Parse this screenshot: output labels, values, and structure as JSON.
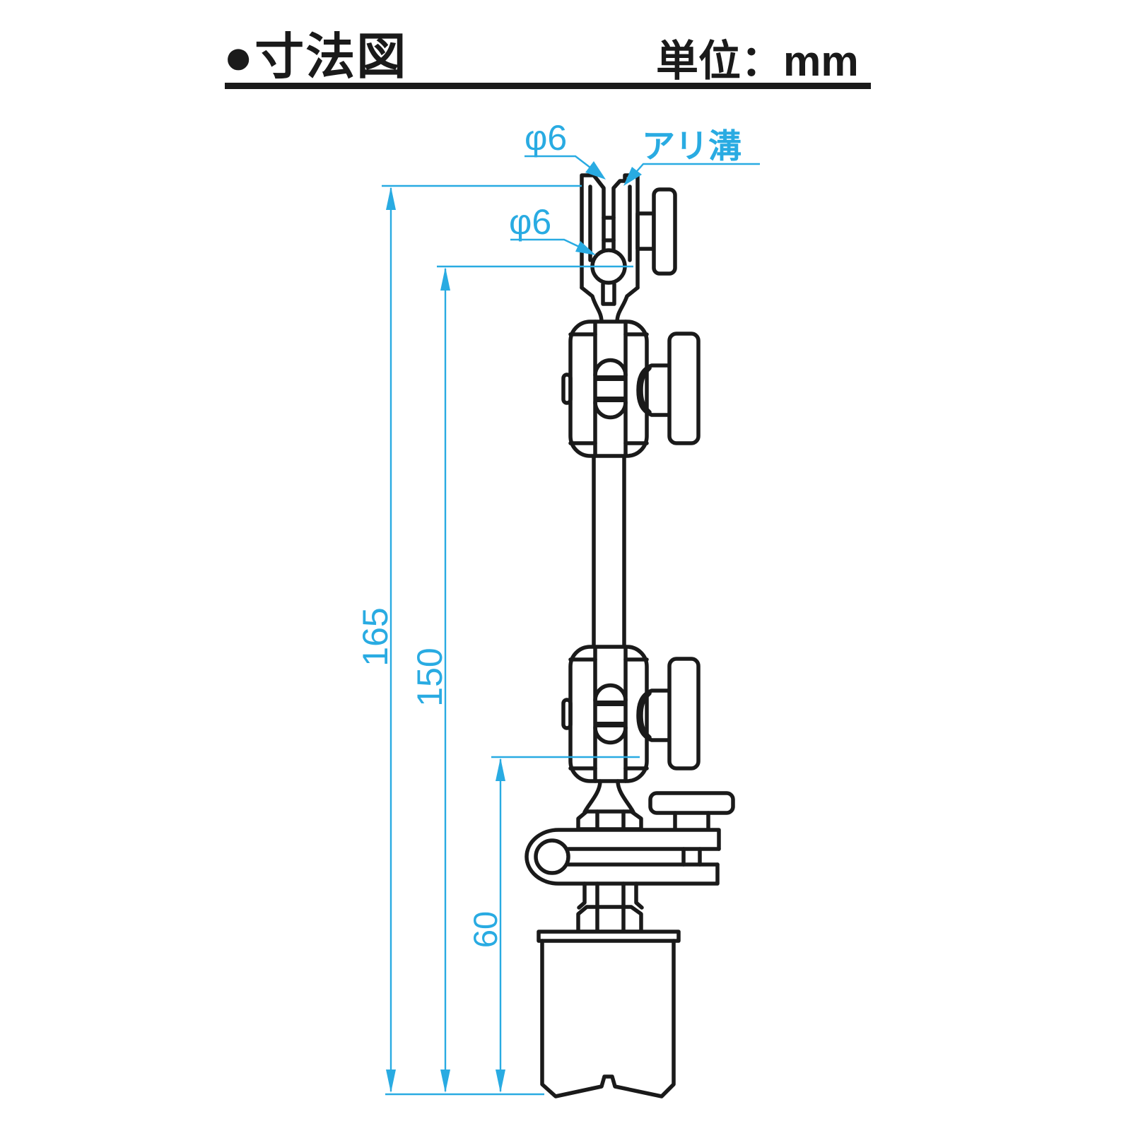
{
  "header": {
    "title": "●寸法図",
    "unit": "単位：mm"
  },
  "annotations": {
    "phi6_top": "φ6",
    "phi6_ball": "φ6",
    "dovetail": "アリ溝"
  },
  "dimensions": {
    "overall": "165",
    "to_ball_center": "150",
    "to_clamp": "60"
  },
  "diagram": {
    "kind": "dimension-drawing",
    "unit": "mm",
    "vertical_dimensions_mm": [
      "165",
      "150",
      "60"
    ],
    "diameter_callouts_mm": [
      "6",
      "6"
    ],
    "feature_callout": "アリ溝"
  },
  "colors": {
    "accent": "#29ABE2",
    "line": "#1a1a1a"
  }
}
